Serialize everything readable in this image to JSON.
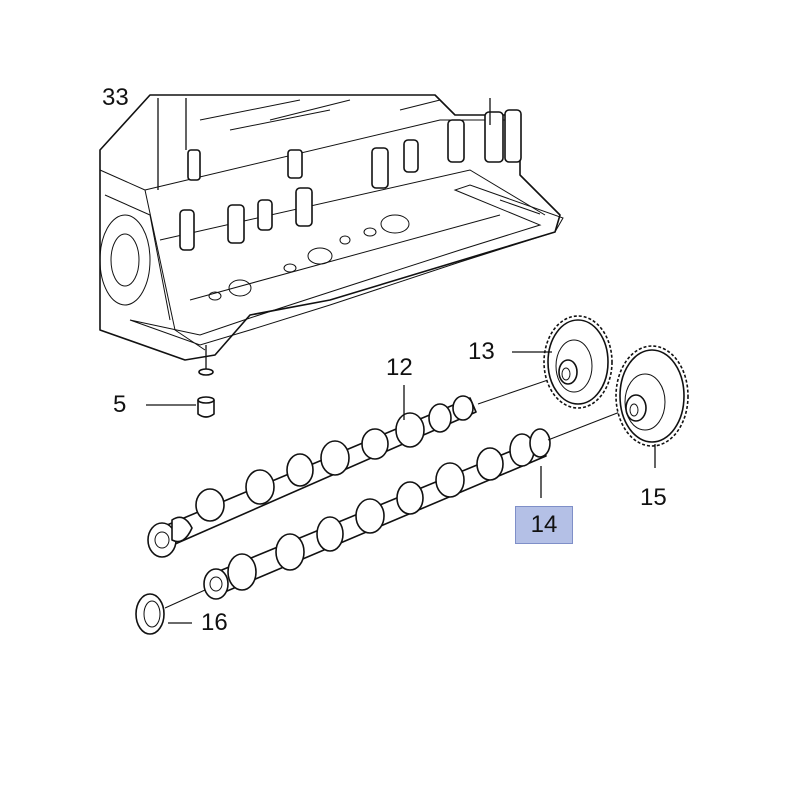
{
  "callouts": {
    "top_cut": "33",
    "c5": "5",
    "c12": "12",
    "c13": "13",
    "c14": "14",
    "c15": "15",
    "c16": "16"
  },
  "highlight_color": "#b4c0e6"
}
